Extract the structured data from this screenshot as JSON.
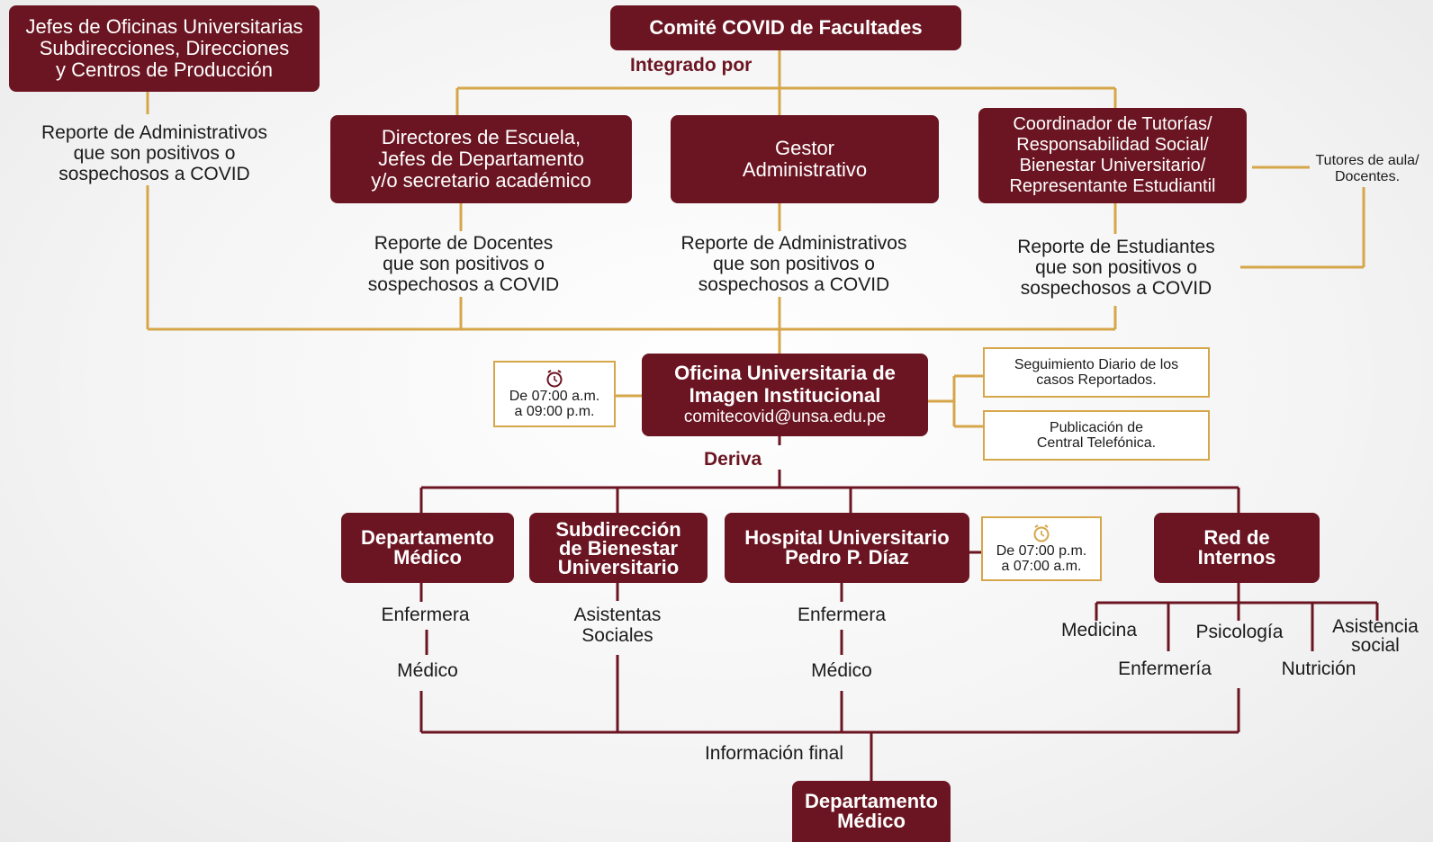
{
  "header_box": {
    "title": "Comité COVID de Facultades",
    "subtitle": "Integrado por"
  },
  "jefes_box": {
    "lines": [
      "Jefes de Oficinas Universitarias",
      "Subdirecciones, Direcciones",
      "y Centros de Producción"
    ]
  },
  "jefes_report": {
    "lines": [
      "Reporte de Administrativos",
      "que son positivos o",
      "sospechosos a COVID"
    ]
  },
  "members": [
    {
      "lines": [
        "Directores de Escuela,",
        "Jefes de Departamento",
        "y/o secretario académico"
      ],
      "report": [
        "Reporte de Docentes",
        "que son positivos o",
        "sospechosos a COVID"
      ]
    },
    {
      "lines": [
        "Gestor",
        "Administrativo"
      ],
      "report": [
        "Reporte de Administrativos",
        "que son positivos o",
        "sospechosos a COVID"
      ]
    },
    {
      "lines": [
        "Coordinador de Tutorías/",
        "Responsabilidad Social/",
        "Bienestar Universitario/",
        "Representante Estudiantil"
      ],
      "report": [
        "Reporte de Estudiantes",
        "que son positivos o",
        "sospechosos a COVID"
      ]
    }
  ],
  "tutores": {
    "lines": [
      "Tutores de aula/",
      "Docentes."
    ]
  },
  "oficina": {
    "lines": [
      "Oficina Universitaria de",
      "Imagen Institucional"
    ],
    "email": "comitecovid@unsa.edu.pe",
    "derive_label": "Deriva"
  },
  "schedule_day": {
    "icon": "alarm-clock-icon",
    "lines": [
      "De 07:00 a.m.",
      "a 09:00 p.m."
    ]
  },
  "oficina_notes": [
    {
      "lines": [
        "Seguimiento Diario de los",
        "casos Reportados."
      ]
    },
    {
      "lines": [
        "Publicación  de",
        "Central Telefónica."
      ]
    }
  ],
  "units": [
    {
      "lines": [
        "Departamento",
        "Médico"
      ],
      "staff": [
        "Enfermera",
        "Médico"
      ]
    },
    {
      "lines": [
        "Subdirección",
        "de Bienestar",
        "Universitario"
      ],
      "staff": [
        "Asistentas",
        "Sociales"
      ]
    },
    {
      "lines": [
        "Hospital Universitario",
        "Pedro P. Díaz"
      ],
      "staff": [
        "Enfermera",
        "Médico"
      ]
    },
    {
      "lines": [
        "Red de",
        "Internos"
      ],
      "staff": [
        "Medicina",
        "Enfermería",
        "Psicología",
        "Nutrición",
        "Asistencia",
        "social"
      ]
    }
  ],
  "schedule_night": {
    "icon": "alarm-clock-icon",
    "lines": [
      "De 07:00 p.m.",
      "a 07:00 a.m."
    ]
  },
  "final": {
    "label": "Información final",
    "lines": [
      "Departamento",
      "Médico"
    ]
  },
  "colors": {
    "box": "#6b1522",
    "line_gold": "#d6a64a",
    "line_dark": "#6b1522"
  }
}
